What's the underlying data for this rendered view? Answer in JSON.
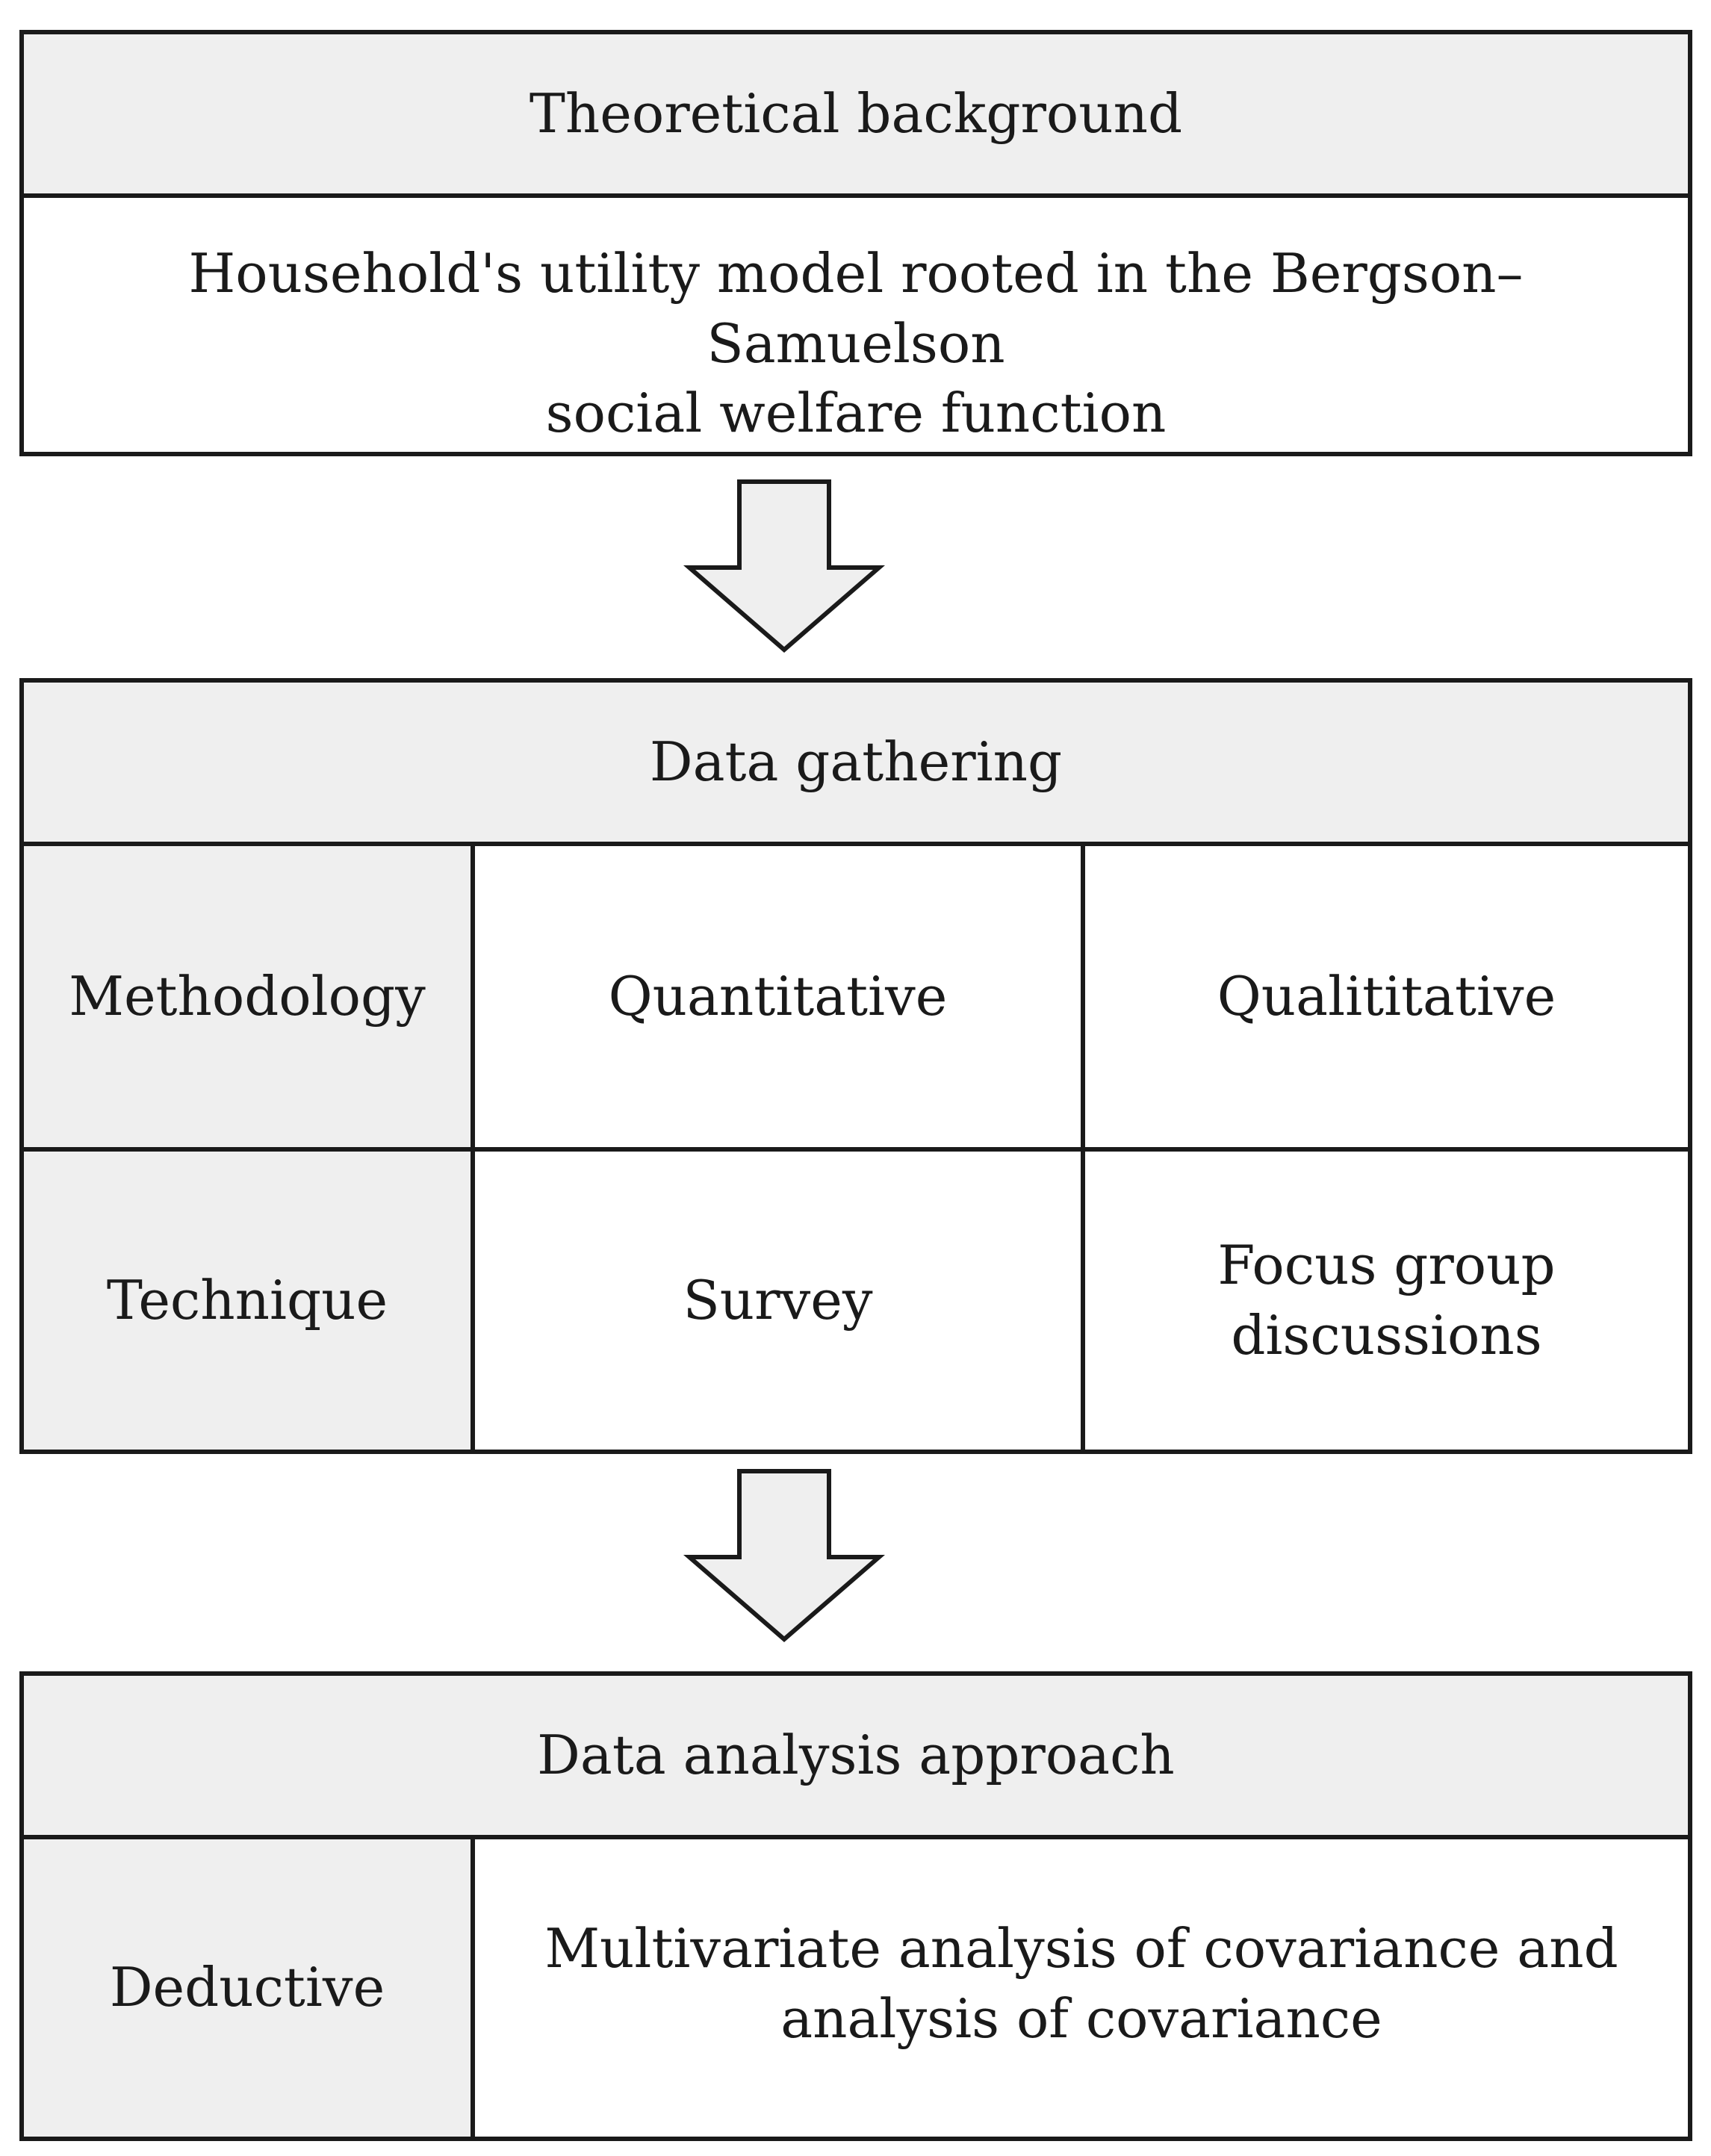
{
  "theory": {
    "header": "Theoretical background",
    "body_line1": "Household's utility model rooted in the Bergson–Samuelson",
    "body_line2": "social welfare function"
  },
  "gathering": {
    "header": "Data gathering",
    "rows": [
      {
        "label": "Methodology",
        "col1": "Quantitative",
        "col2_line1": "Qualititative",
        "col2_line2": ""
      },
      {
        "label": "Technique",
        "col1": "Survey",
        "col2_line1": "Focus group",
        "col2_line2": "discussions"
      }
    ]
  },
  "analysis": {
    "header": "Data analysis approach",
    "label": "Deductive",
    "body_line1": "Multivariate analysis of covariance and",
    "body_line2": "analysis of covariance"
  },
  "colors": {
    "header_fill": "#efefef",
    "cell_fill": "#ffffff",
    "stroke": "#1a1a1a",
    "arrow_fill": "#efefef"
  },
  "icons": [
    "down-arrow-icon",
    "down-arrow-icon"
  ]
}
